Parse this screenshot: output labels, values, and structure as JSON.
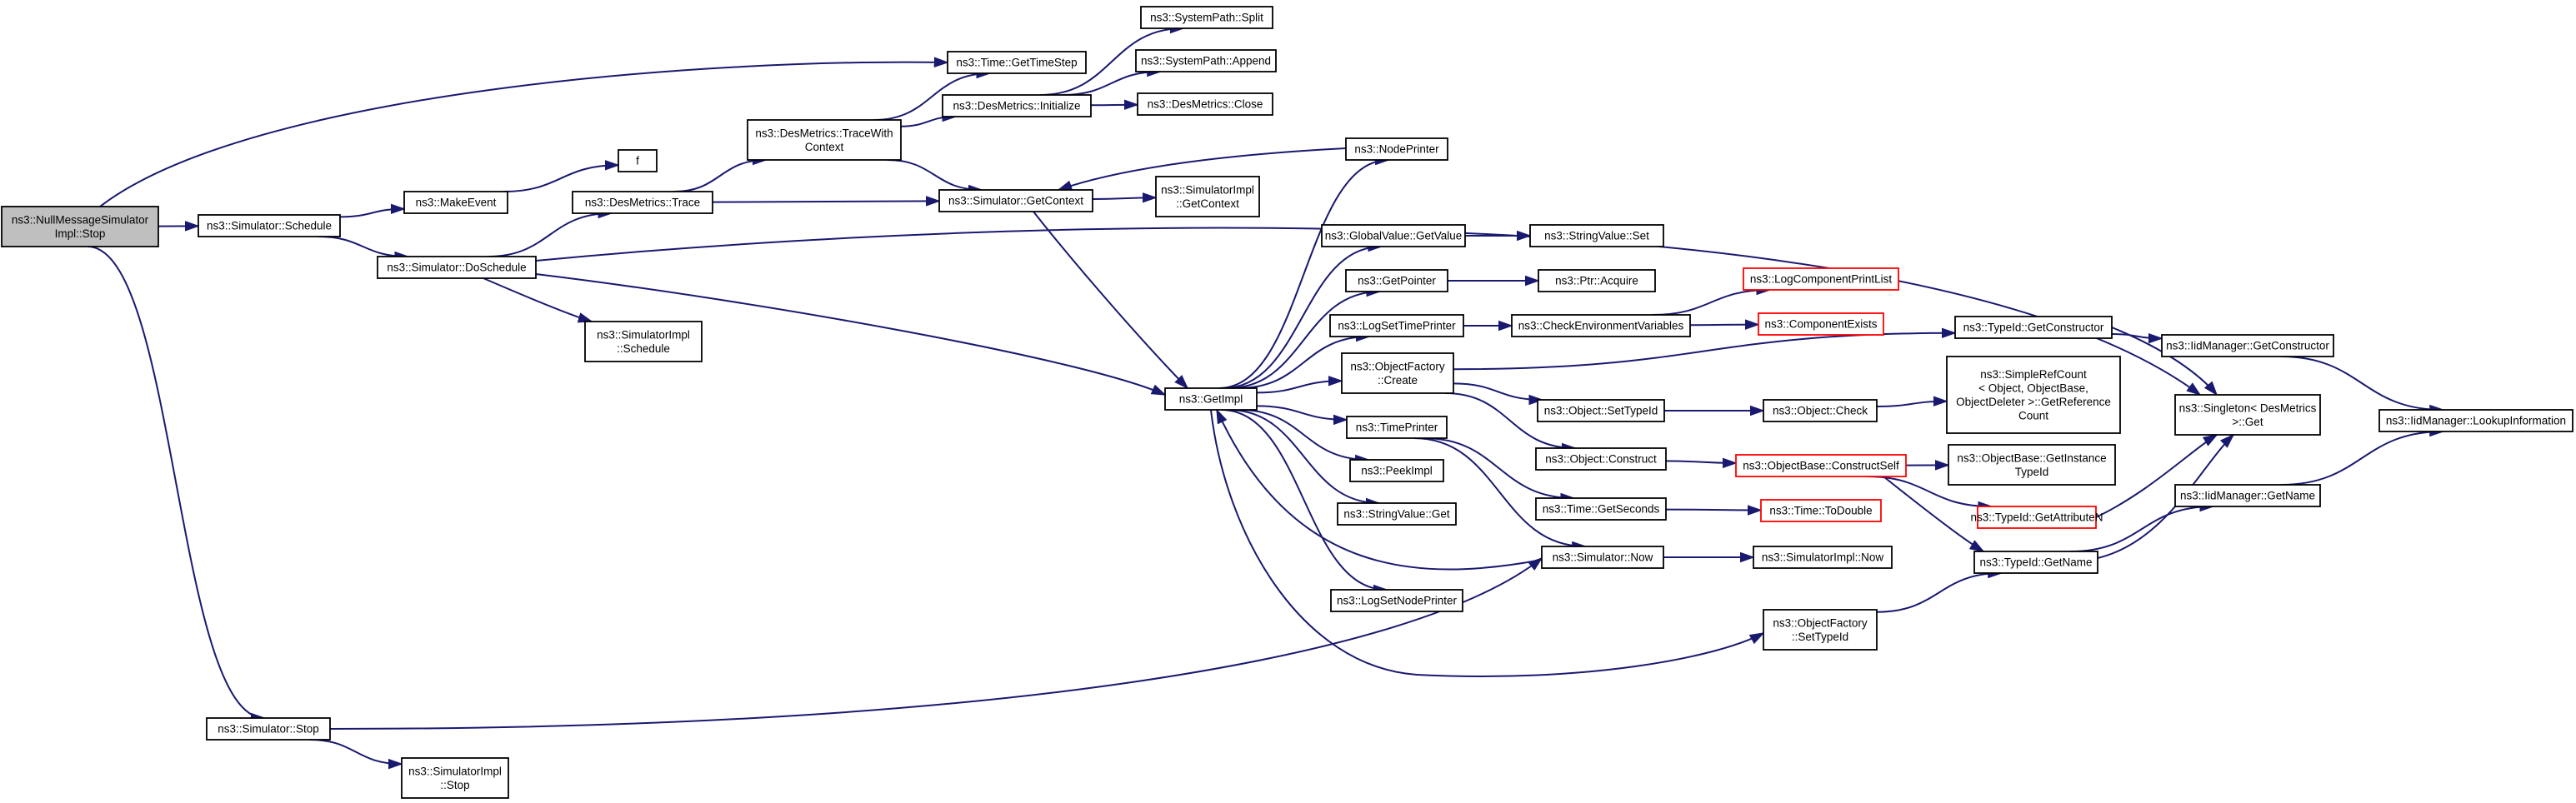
{
  "colors": {
    "edge": "#191970",
    "node_border": "#000000",
    "node_border_truncated": "#ff0000",
    "root_fill": "#bfbfbf",
    "node_fill": "#ffffff"
  },
  "nodes": [
    {
      "id": "root",
      "lines": [
        "ns3::NullMessageSimulator",
        "Impl::Stop"
      ],
      "root": true
    },
    {
      "id": "sim_schedule",
      "lines": [
        "ns3::Simulator::Schedule"
      ]
    },
    {
      "id": "sim_stop",
      "lines": [
        "ns3::Simulator::Stop"
      ]
    },
    {
      "id": "time_getstep",
      "lines": [
        "ns3::Time::GetTimeStep"
      ]
    },
    {
      "id": "make_event",
      "lines": [
        "ns3::MakeEvent"
      ]
    },
    {
      "id": "sim_doschedule",
      "lines": [
        "ns3::Simulator::DoSchedule"
      ]
    },
    {
      "id": "simimpl_stop",
      "lines": [
        "ns3::SimulatorImpl",
        "::Stop"
      ]
    },
    {
      "id": "f",
      "lines": [
        "f"
      ]
    },
    {
      "id": "desm_trace",
      "lines": [
        "ns3::DesMetrics::Trace"
      ]
    },
    {
      "id": "simimpl_schedule",
      "lines": [
        "ns3::SimulatorImpl",
        "::Schedule"
      ]
    },
    {
      "id": "get_impl",
      "lines": [
        "ns3::GetImpl"
      ]
    },
    {
      "id": "sim_now",
      "lines": [
        "ns3::Simulator::Now"
      ]
    },
    {
      "id": "desm_tracectx",
      "lines": [
        "ns3::DesMetrics::TraceWith",
        "Context"
      ]
    },
    {
      "id": "desm_init",
      "lines": [
        "ns3::DesMetrics::Initialize"
      ]
    },
    {
      "id": "sim_getctx",
      "lines": [
        "ns3::Simulator::GetContext"
      ]
    },
    {
      "id": "singleton_get",
      "lines": [
        "ns3::Singleton< DesMetrics",
        ">::Get"
      ]
    },
    {
      "id": "sp_split",
      "lines": [
        "ns3::SystemPath::Split"
      ]
    },
    {
      "id": "sp_append",
      "lines": [
        "ns3::SystemPath::Append"
      ]
    },
    {
      "id": "desm_close",
      "lines": [
        "ns3::DesMetrics::Close"
      ]
    },
    {
      "id": "simimpl_getctx",
      "lines": [
        "ns3::SimulatorImpl",
        "::GetContext"
      ]
    },
    {
      "id": "node_printer",
      "lines": [
        "ns3::NodePrinter"
      ]
    },
    {
      "id": "gv_getvalue",
      "lines": [
        "ns3::GlobalValue::GetValue"
      ]
    },
    {
      "id": "get_pointer",
      "lines": [
        "ns3::GetPointer"
      ]
    },
    {
      "id": "log_settime",
      "lines": [
        "ns3::LogSetTimePrinter"
      ]
    },
    {
      "id": "of_create",
      "lines": [
        "ns3::ObjectFactory",
        "::Create"
      ]
    },
    {
      "id": "time_printer",
      "lines": [
        "ns3::TimePrinter"
      ]
    },
    {
      "id": "peek_impl",
      "lines": [
        "ns3::PeekImpl"
      ]
    },
    {
      "id": "sv_get",
      "lines": [
        "ns3::StringValue::Get"
      ]
    },
    {
      "id": "log_setnode",
      "lines": [
        "ns3::LogSetNodePrinter"
      ]
    },
    {
      "id": "of_settypeid",
      "lines": [
        "ns3::ObjectFactory",
        "::SetTypeId"
      ]
    },
    {
      "id": "sv_set",
      "lines": [
        "ns3::StringValue::Set"
      ]
    },
    {
      "id": "ptr_acquire",
      "lines": [
        "ns3::Ptr::Acquire"
      ]
    },
    {
      "id": "check_env",
      "lines": [
        "ns3::CheckEnvironmentVariables"
      ]
    },
    {
      "id": "obj_settypeid",
      "lines": [
        "ns3::Object::SetTypeId"
      ]
    },
    {
      "id": "obj_construct",
      "lines": [
        "ns3::Object::Construct"
      ]
    },
    {
      "id": "time_getseconds",
      "lines": [
        "ns3::Time::GetSeconds"
      ]
    },
    {
      "id": "simimpl_now",
      "lines": [
        "ns3::SimulatorImpl::Now"
      ]
    },
    {
      "id": "log_complist",
      "lines": [
        "ns3::LogComponentPrintList"
      ],
      "truncated": true
    },
    {
      "id": "comp_exists",
      "lines": [
        "ns3::ComponentExists"
      ],
      "truncated": true
    },
    {
      "id": "obj_check",
      "lines": [
        "ns3::Object::Check"
      ]
    },
    {
      "id": "ob_constructself",
      "lines": [
        "ns3::ObjectBase::ConstructSelf"
      ],
      "truncated": true
    },
    {
      "id": "time_todouble",
      "lines": [
        "ns3::Time::ToDouble"
      ],
      "truncated": true
    },
    {
      "id": "typeid_getctor",
      "lines": [
        "ns3::TypeId::GetConstructor"
      ]
    },
    {
      "id": "srcount",
      "lines": [
        "ns3::SimpleRefCount",
        "< Object, ObjectBase,",
        "ObjectDeleter >::GetReference",
        "Count"
      ]
    },
    {
      "id": "ob_getinstance",
      "lines": [
        "ns3::ObjectBase::GetInstance",
        "TypeId"
      ]
    },
    {
      "id": "typeid_getattr",
      "lines": [
        "ns3::TypeId::GetAttributeN"
      ],
      "truncated": true
    },
    {
      "id": "typeid_getname",
      "lines": [
        "ns3::TypeId::GetName"
      ]
    },
    {
      "id": "iidm_getctor",
      "lines": [
        "ns3::IidManager::GetConstructor"
      ]
    },
    {
      "id": "iidm_getname",
      "lines": [
        "ns3::IidManager::GetName"
      ]
    },
    {
      "id": "iidm_lookup",
      "lines": [
        "ns3::IidManager::LookupInformation"
      ]
    }
  ],
  "edges": [
    [
      "root",
      "time_getstep"
    ],
    [
      "root",
      "sim_schedule"
    ],
    [
      "root",
      "sim_stop"
    ],
    [
      "sim_schedule",
      "make_event"
    ],
    [
      "sim_schedule",
      "sim_doschedule"
    ],
    [
      "make_event",
      "f"
    ],
    [
      "sim_doschedule",
      "desm_trace"
    ],
    [
      "sim_doschedule",
      "simimpl_schedule"
    ],
    [
      "sim_doschedule",
      "get_impl"
    ],
    [
      "sim_doschedule",
      "singleton_get"
    ],
    [
      "desm_trace",
      "desm_tracectx"
    ],
    [
      "desm_trace",
      "sim_getctx"
    ],
    [
      "desm_tracectx",
      "time_getstep"
    ],
    [
      "desm_tracectx",
      "desm_init"
    ],
    [
      "desm_tracectx",
      "sim_getctx"
    ],
    [
      "desm_init",
      "sp_split"
    ],
    [
      "desm_init",
      "sp_append"
    ],
    [
      "desm_init",
      "desm_close"
    ],
    [
      "sim_getctx",
      "simimpl_getctx"
    ],
    [
      "sim_getctx",
      "get_impl"
    ],
    [
      "node_printer",
      "sim_getctx"
    ],
    [
      "get_impl",
      "node_printer"
    ],
    [
      "get_impl",
      "gv_getvalue"
    ],
    [
      "get_impl",
      "get_pointer"
    ],
    [
      "get_impl",
      "log_settime"
    ],
    [
      "get_impl",
      "of_create"
    ],
    [
      "get_impl",
      "time_printer"
    ],
    [
      "get_impl",
      "peek_impl"
    ],
    [
      "get_impl",
      "sv_get"
    ],
    [
      "get_impl",
      "log_setnode"
    ],
    [
      "get_impl",
      "of_settypeid"
    ],
    [
      "sim_stop",
      "simimpl_stop"
    ],
    [
      "sim_stop",
      "sim_now"
    ],
    [
      "sim_now",
      "get_impl"
    ],
    [
      "sim_now",
      "simimpl_now"
    ],
    [
      "gv_getvalue",
      "sv_set"
    ],
    [
      "get_pointer",
      "ptr_acquire"
    ],
    [
      "log_settime",
      "check_env"
    ],
    [
      "check_env",
      "log_complist"
    ],
    [
      "check_env",
      "comp_exists"
    ],
    [
      "of_create",
      "obj_settypeid"
    ],
    [
      "of_create",
      "obj_construct"
    ],
    [
      "of_create",
      "typeid_getctor"
    ],
    [
      "time_printer",
      "time_getseconds"
    ],
    [
      "time_printer",
      "sim_now"
    ],
    [
      "time_getseconds",
      "time_todouble"
    ],
    [
      "obj_settypeid",
      "obj_check"
    ],
    [
      "obj_check",
      "srcount"
    ],
    [
      "obj_construct",
      "ob_constructself"
    ],
    [
      "ob_constructself",
      "ob_getinstance"
    ],
    [
      "ob_constructself",
      "typeid_getattr"
    ],
    [
      "ob_constructself",
      "typeid_getname"
    ],
    [
      "typeid_getctor",
      "iidm_getctor"
    ],
    [
      "typeid_getctor",
      "singleton_get"
    ],
    [
      "iidm_getctor",
      "iidm_lookup"
    ],
    [
      "typeid_getattr",
      "singleton_get"
    ],
    [
      "typeid_getname",
      "iidm_getname"
    ],
    [
      "typeid_getname",
      "singleton_get"
    ],
    [
      "iidm_getname",
      "iidm_lookup"
    ],
    [
      "of_settypeid",
      "typeid_getname"
    ]
  ]
}
